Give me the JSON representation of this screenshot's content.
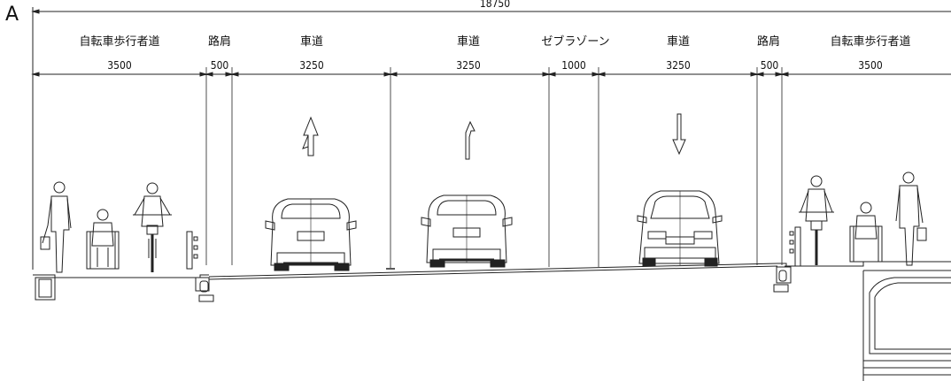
{
  "section_label": "A",
  "total_width": "18750",
  "lanes": [
    {
      "name": "自転車歩行者道",
      "dim": "3500"
    },
    {
      "name": "路肩",
      "dim": "500"
    },
    {
      "name": "車道",
      "dim": "3250"
    },
    {
      "name": "車道",
      "dim": "3250"
    },
    {
      "name": "ゼブラゾーン",
      "dim": "1000"
    },
    {
      "name": "車道",
      "dim": "3250"
    },
    {
      "name": "路肩",
      "dim": "500"
    },
    {
      "name": "自転車歩行者道",
      "dim": "3500"
    }
  ]
}
